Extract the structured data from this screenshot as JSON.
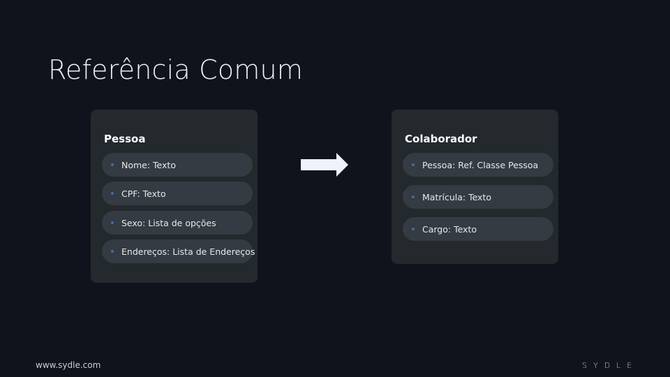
{
  "slide": {
    "title": "Referência Comum"
  },
  "left_card": {
    "title": "Pessoa",
    "items": [
      {
        "label": "Nome: Texto"
      },
      {
        "label": "CPF: Texto"
      },
      {
        "label": "Sexo: Lista de opções"
      },
      {
        "label": "Endereços: Lista de Endereços"
      }
    ]
  },
  "right_card": {
    "title": "Colaborador",
    "items": [
      {
        "label": "Pessoa: Ref. Classe Pessoa"
      },
      {
        "label": "Matrícula: Texto"
      },
      {
        "label": "Cargo: Texto"
      }
    ]
  },
  "footer": {
    "url": "www.sydle.com",
    "logo": "SYDLE"
  },
  "colors": {
    "background": "#0f141c",
    "card": "#24292e",
    "item": "#353b42",
    "bullet": "#3d6fb3",
    "arrow": "#eef2fb"
  },
  "icons": {
    "arrow": "right-arrow-icon",
    "bullet": "bullet-dot-icon"
  }
}
